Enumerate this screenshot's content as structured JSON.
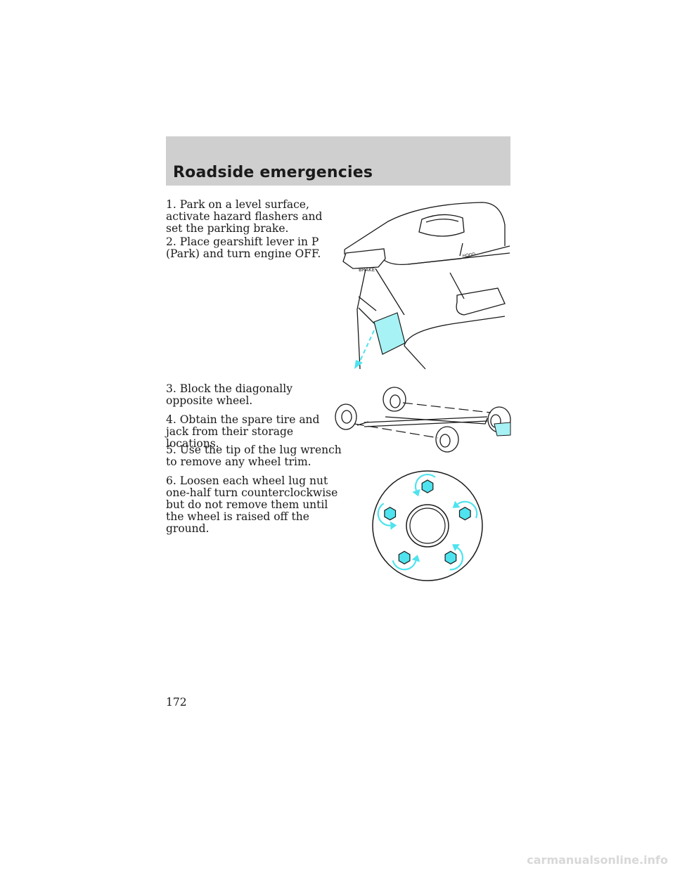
{
  "header": {
    "title": "Roadside emergencies"
  },
  "steps": [
    {
      "text": "1. Park on a level surface, activate hazard flashers and set the parking brake."
    },
    {
      "text": "2. Place gearshift lever in P (Park) and turn engine OFF."
    },
    {
      "text": "3. Block the diagonally opposite wheel."
    },
    {
      "text": "4. Obtain the spare tire and jack from their storage locations."
    },
    {
      "text": "5. Use the tip of the lug wrench to remove any wheel trim."
    },
    {
      "text": "6. Loosen each wheel lug nut one-half turn counterclockwise but do not remove them until the wheel is raised off the ground."
    }
  ],
  "illustrations": {
    "dash": {
      "brake_label": "BRAKE",
      "hood_label": "HOOD"
    }
  },
  "footer": {
    "page_number": "172",
    "site": "carmanualsonline.info"
  },
  "colors": {
    "highlight": "#a6f2f5",
    "arrow": "#4ee3ee",
    "header_band": "#cfcfcf"
  }
}
